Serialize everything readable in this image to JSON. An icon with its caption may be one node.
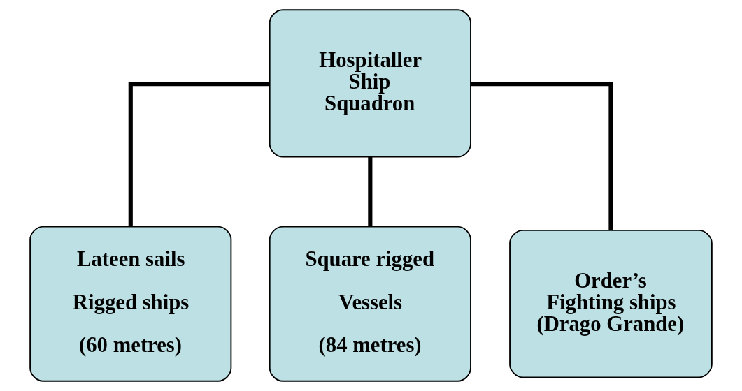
{
  "diagram": {
    "nodes": [
      {
        "text": [
          "Hospitaller Ship Squadron"
        ]
      },
      {
        "text": [
          "Lateen sails",
          "Rigged ships",
          "(60 metres)"
        ]
      },
      {
        "text": [
          "Square rigged",
          "Vessels",
          "(84 metres)"
        ]
      },
      {
        "text": [
          "Order’s Fighting ships (Drago Grande)"
        ]
      }
    ],
    "edges": [
      {
        "from": 0,
        "to": 1,
        "arrow": "none"
      },
      {
        "from": 0,
        "to": 2,
        "arrow": "none"
      },
      {
        "from": 0,
        "to": 3,
        "arrow": "none"
      }
    ]
  }
}
